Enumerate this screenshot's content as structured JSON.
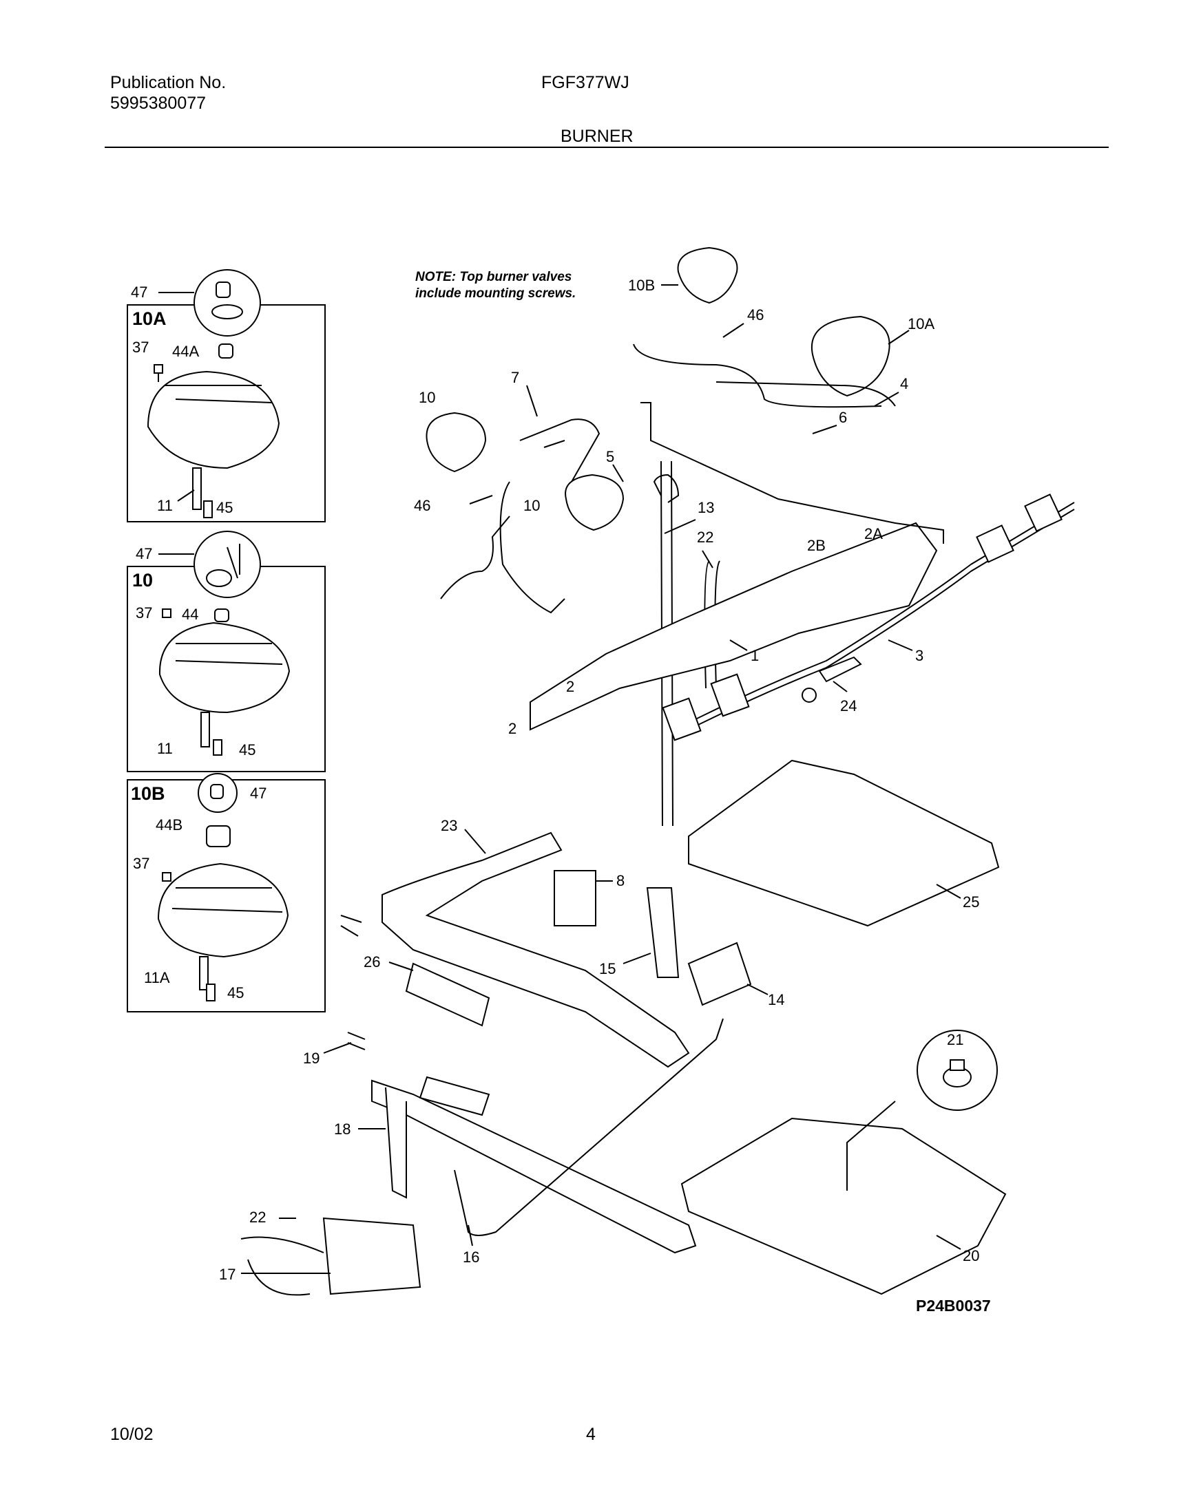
{
  "header": {
    "publication_label": "Publication No.",
    "publication_number": "5995380077",
    "model": "FGF377WJ",
    "section": "BURNER"
  },
  "note": {
    "line1": "NOTE: Top burner valves",
    "line2": "include mounting screws."
  },
  "insets": {
    "a": {
      "title": "10A",
      "labels": [
        "47",
        "37",
        "44A",
        "11",
        "45"
      ]
    },
    "b": {
      "title": "10",
      "labels": [
        "47",
        "37",
        "44",
        "11",
        "45"
      ]
    },
    "c": {
      "title": "10B",
      "labels": [
        "47",
        "44B",
        "37",
        "11A",
        "45"
      ]
    }
  },
  "callouts": [
    "10B",
    "46",
    "10A",
    "7",
    "10",
    "4",
    "6",
    "5",
    "46",
    "10",
    "13",
    "22",
    "2B",
    "2A",
    "1",
    "3",
    "2",
    "24",
    "2",
    "23",
    "8",
    "25",
    "26",
    "15",
    "14",
    "19",
    "21",
    "18",
    "22",
    "16",
    "17",
    "20"
  ],
  "diagram_code": "P24B0037",
  "footer": {
    "date": "10/02",
    "page": "4"
  }
}
